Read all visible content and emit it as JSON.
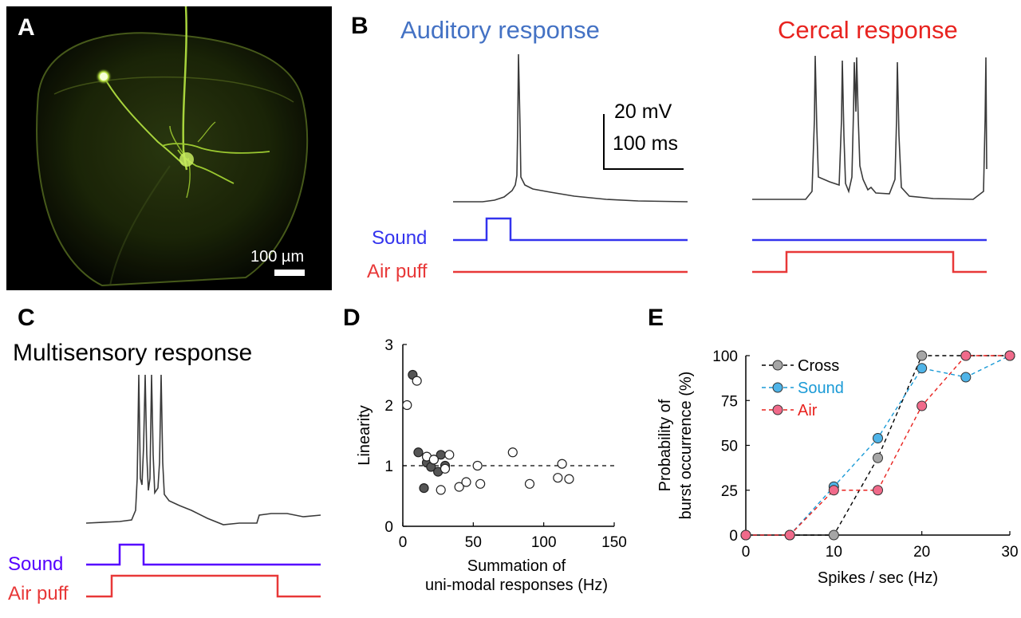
{
  "panels": {
    "A": {
      "label": "A",
      "scale_bar": "100 µm"
    },
    "B": {
      "label": "B",
      "auditory_title": "Auditory response",
      "cercal_title": "Cercal response",
      "scale_v": "20 mV",
      "scale_t": "100 ms",
      "sound_label": "Sound",
      "air_label": "Air puff"
    },
    "C": {
      "label": "C",
      "title": "Multisensory response",
      "sound_label": "Sound",
      "air_label": "Air puff"
    },
    "D": {
      "label": "D"
    },
    "E": {
      "label": "E"
    }
  },
  "colors": {
    "auditory": "#4472c4",
    "cercal": "#e8231f",
    "sound_line": "#3333ee",
    "sound_c": "#5500ff",
    "air_line": "#e83838",
    "cross": "#a6a6a6",
    "sound_pt": "#4fb4e8",
    "air_pt": "#f06a8a"
  },
  "chart_data": [
    {
      "type": "scatter",
      "panel": "D",
      "xlabel": "Summation of\nuni-modal responses (Hz)",
      "xlabel_lines": [
        "Summation of",
        "uni-modal responses (Hz)"
      ],
      "ylabel": "Linearity",
      "xlim": [
        0,
        150
      ],
      "ylim": [
        0,
        3
      ],
      "xticks": [
        0,
        50,
        100,
        150
      ],
      "yticks": [
        0,
        1,
        2,
        3
      ],
      "reference_line": 1,
      "series": [
        {
          "fill": "filled",
          "x": [
            7,
            11,
            17,
            20,
            22,
            25,
            27,
            30,
            15
          ],
          "y": [
            2.5,
            1.22,
            1.05,
            0.98,
            1.1,
            0.9,
            1.18,
            1.0,
            0.63
          ]
        },
        {
          "fill": "open",
          "x": [
            3,
            10,
            17,
            22,
            27,
            33,
            40,
            45,
            53,
            55,
            78,
            90,
            110,
            113,
            118,
            30
          ],
          "y": [
            2.0,
            2.4,
            1.15,
            1.1,
            0.6,
            1.18,
            0.65,
            0.73,
            1.0,
            0.7,
            1.22,
            0.7,
            0.8,
            1.03,
            0.78,
            0.95
          ]
        }
      ]
    },
    {
      "type": "line",
      "panel": "E",
      "xlabel": "Spikes / sec (Hz)",
      "ylabel_lines": [
        "Probability of",
        "burst occurrence (%)"
      ],
      "xlim": [
        0,
        30
      ],
      "ylim": [
        0,
        100
      ],
      "xticks": [
        0,
        10,
        20,
        30
      ],
      "yticks": [
        0,
        25,
        50,
        75,
        100
      ],
      "series": [
        {
          "name": "Cross",
          "x": [
            0,
            5,
            10,
            15,
            20,
            25,
            30
          ],
          "y": [
            0,
            0,
            0,
            43,
            100,
            100,
            100
          ]
        },
        {
          "name": "Sound",
          "x": [
            0,
            5,
            10,
            15,
            20,
            25,
            30
          ],
          "y": [
            0,
            0,
            27,
            54,
            93,
            88,
            100
          ]
        },
        {
          "name": "Air",
          "x": [
            0,
            5,
            10,
            15,
            20,
            25,
            30
          ],
          "y": [
            0,
            0,
            25,
            25,
            72,
            100,
            100
          ]
        }
      ],
      "legend": "top-left"
    }
  ]
}
